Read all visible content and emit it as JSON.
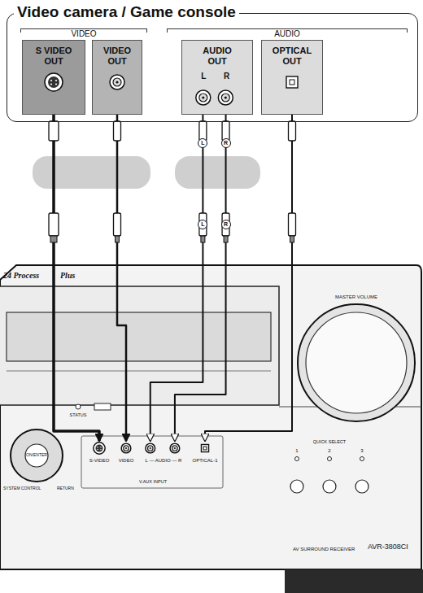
{
  "diagram": {
    "nodes": [
      {
        "text": [
          "Video camera / Game console"
        ]
      },
      {
        "text": [
          "VIDEO"
        ],
        "in": 0
      },
      {
        "text": [
          "AUDIO"
        ],
        "in": 0
      },
      {
        "text": [
          "S VIDEO OUT"
        ],
        "in": 1
      },
      {
        "text": [
          "VIDEO OUT"
        ],
        "in": 1
      },
      {
        "text": [
          "AUDIO OUT",
          "L",
          "R"
        ],
        "in": 2
      },
      {
        "text": [
          "OPTICAL OUT"
        ],
        "in": 2
      },
      {
        "text": [
          "S-VIDEO"
        ]
      },
      {
        "text": [
          "VIDEO"
        ]
      },
      {
        "text": [
          "L — AUDIO — R"
        ]
      },
      {
        "text": [
          "OPTICAL-1"
        ]
      }
    ],
    "edges": [
      {
        "from": 3,
        "to": 7,
        "arrow": "to"
      },
      {
        "from": 4,
        "to": 8,
        "arrow": "to"
      },
      {
        "from": 5,
        "to": 9,
        "arrow": "to"
      },
      {
        "from": 5,
        "to": 9,
        "arrow": "to"
      },
      {
        "from": 6,
        "to": 10,
        "arrow": "to"
      }
    ],
    "labels": [
      "L",
      "R",
      "L",
      "R",
      "24 Process",
      "Plus",
      "MASTER VOLUME",
      "STATUS",
      "ON/ENTER",
      "SYSTEM CONTROL",
      "RETURN",
      "V.AUX INPUT",
      "QUICK SELECT",
      "1",
      "2",
      "3",
      "AV SURROUND RECEIVER",
      "AVR-3808CI"
    ]
  }
}
